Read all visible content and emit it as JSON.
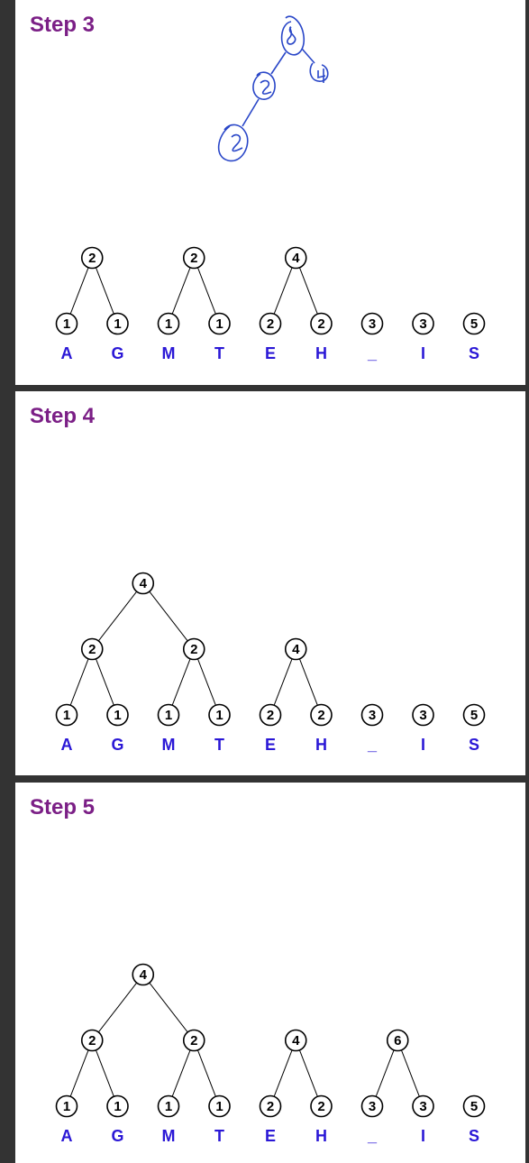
{
  "slides": [
    {
      "title": "Step 3",
      "nodes": [
        {
          "id": "A",
          "value": "1",
          "col": 0,
          "level": 0,
          "letter": "A"
        },
        {
          "id": "G",
          "value": "1",
          "col": 1,
          "level": 0,
          "letter": "G"
        },
        {
          "id": "M",
          "value": "1",
          "col": 2,
          "level": 0,
          "letter": "M"
        },
        {
          "id": "T",
          "value": "1",
          "col": 3,
          "level": 0,
          "letter": "T"
        },
        {
          "id": "E",
          "value": "2",
          "col": 4,
          "level": 0,
          "letter": "E"
        },
        {
          "id": "H",
          "value": "2",
          "col": 5,
          "level": 0,
          "letter": "H"
        },
        {
          "id": "_",
          "value": "3",
          "col": 6,
          "level": 0,
          "letter": "_"
        },
        {
          "id": "I",
          "value": "3",
          "col": 7,
          "level": 0,
          "letter": "I"
        },
        {
          "id": "S",
          "value": "5",
          "col": 8,
          "level": 0,
          "letter": "S"
        },
        {
          "id": "AG",
          "value": "2",
          "level": 1,
          "children": [
            "A",
            "G"
          ]
        },
        {
          "id": "MT",
          "value": "2",
          "level": 1,
          "children": [
            "M",
            "T"
          ]
        },
        {
          "id": "EH",
          "value": "4",
          "level": 1,
          "children": [
            "E",
            "H"
          ]
        }
      ],
      "annotation": {
        "type": "handwritten",
        "color": "#2a47c8",
        "marks": [
          "8",
          "2",
          "4",
          "2"
        ]
      }
    },
    {
      "title": "Step 4",
      "nodes": [
        {
          "id": "A",
          "value": "1",
          "col": 0,
          "level": 0,
          "letter": "A"
        },
        {
          "id": "G",
          "value": "1",
          "col": 1,
          "level": 0,
          "letter": "G"
        },
        {
          "id": "M",
          "value": "1",
          "col": 2,
          "level": 0,
          "letter": "M"
        },
        {
          "id": "T",
          "value": "1",
          "col": 3,
          "level": 0,
          "letter": "T"
        },
        {
          "id": "E",
          "value": "2",
          "col": 4,
          "level": 0,
          "letter": "E"
        },
        {
          "id": "H",
          "value": "2",
          "col": 5,
          "level": 0,
          "letter": "H"
        },
        {
          "id": "_",
          "value": "3",
          "col": 6,
          "level": 0,
          "letter": "_"
        },
        {
          "id": "I",
          "value": "3",
          "col": 7,
          "level": 0,
          "letter": "I"
        },
        {
          "id": "S",
          "value": "5",
          "col": 8,
          "level": 0,
          "letter": "S"
        },
        {
          "id": "AG",
          "value": "2",
          "level": 1,
          "children": [
            "A",
            "G"
          ]
        },
        {
          "id": "MT",
          "value": "2",
          "level": 1,
          "children": [
            "M",
            "T"
          ]
        },
        {
          "id": "EH",
          "value": "4",
          "level": 1,
          "children": [
            "E",
            "H"
          ]
        },
        {
          "id": "AGMT",
          "value": "4",
          "level": 2,
          "children": [
            "AG",
            "MT"
          ]
        }
      ]
    },
    {
      "title": "Step 5",
      "nodes": [
        {
          "id": "A",
          "value": "1",
          "col": 0,
          "level": 0,
          "letter": "A"
        },
        {
          "id": "G",
          "value": "1",
          "col": 1,
          "level": 0,
          "letter": "G"
        },
        {
          "id": "M",
          "value": "1",
          "col": 2,
          "level": 0,
          "letter": "M"
        },
        {
          "id": "T",
          "value": "1",
          "col": 3,
          "level": 0,
          "letter": "T"
        },
        {
          "id": "E",
          "value": "2",
          "col": 4,
          "level": 0,
          "letter": "E"
        },
        {
          "id": "H",
          "value": "2",
          "col": 5,
          "level": 0,
          "letter": "H"
        },
        {
          "id": "_",
          "value": "3",
          "col": 6,
          "level": 0,
          "letter": "_"
        },
        {
          "id": "I",
          "value": "3",
          "col": 7,
          "level": 0,
          "letter": "I"
        },
        {
          "id": "S",
          "value": "5",
          "col": 8,
          "level": 0,
          "letter": "S"
        },
        {
          "id": "AG",
          "value": "2",
          "level": 1,
          "children": [
            "A",
            "G"
          ]
        },
        {
          "id": "MT",
          "value": "2",
          "level": 1,
          "children": [
            "M",
            "T"
          ]
        },
        {
          "id": "EH",
          "value": "4",
          "level": 1,
          "children": [
            "E",
            "H"
          ]
        },
        {
          "id": "_I",
          "value": "6",
          "level": 1,
          "children": [
            "_",
            "I"
          ]
        },
        {
          "id": "AGMT",
          "value": "4",
          "level": 2,
          "children": [
            "AG",
            "MT"
          ]
        }
      ]
    }
  ],
  "colors": {
    "title": "#7b1f86",
    "letters": "#2a17d6",
    "background": "#333333",
    "slide": "#ffffff"
  }
}
